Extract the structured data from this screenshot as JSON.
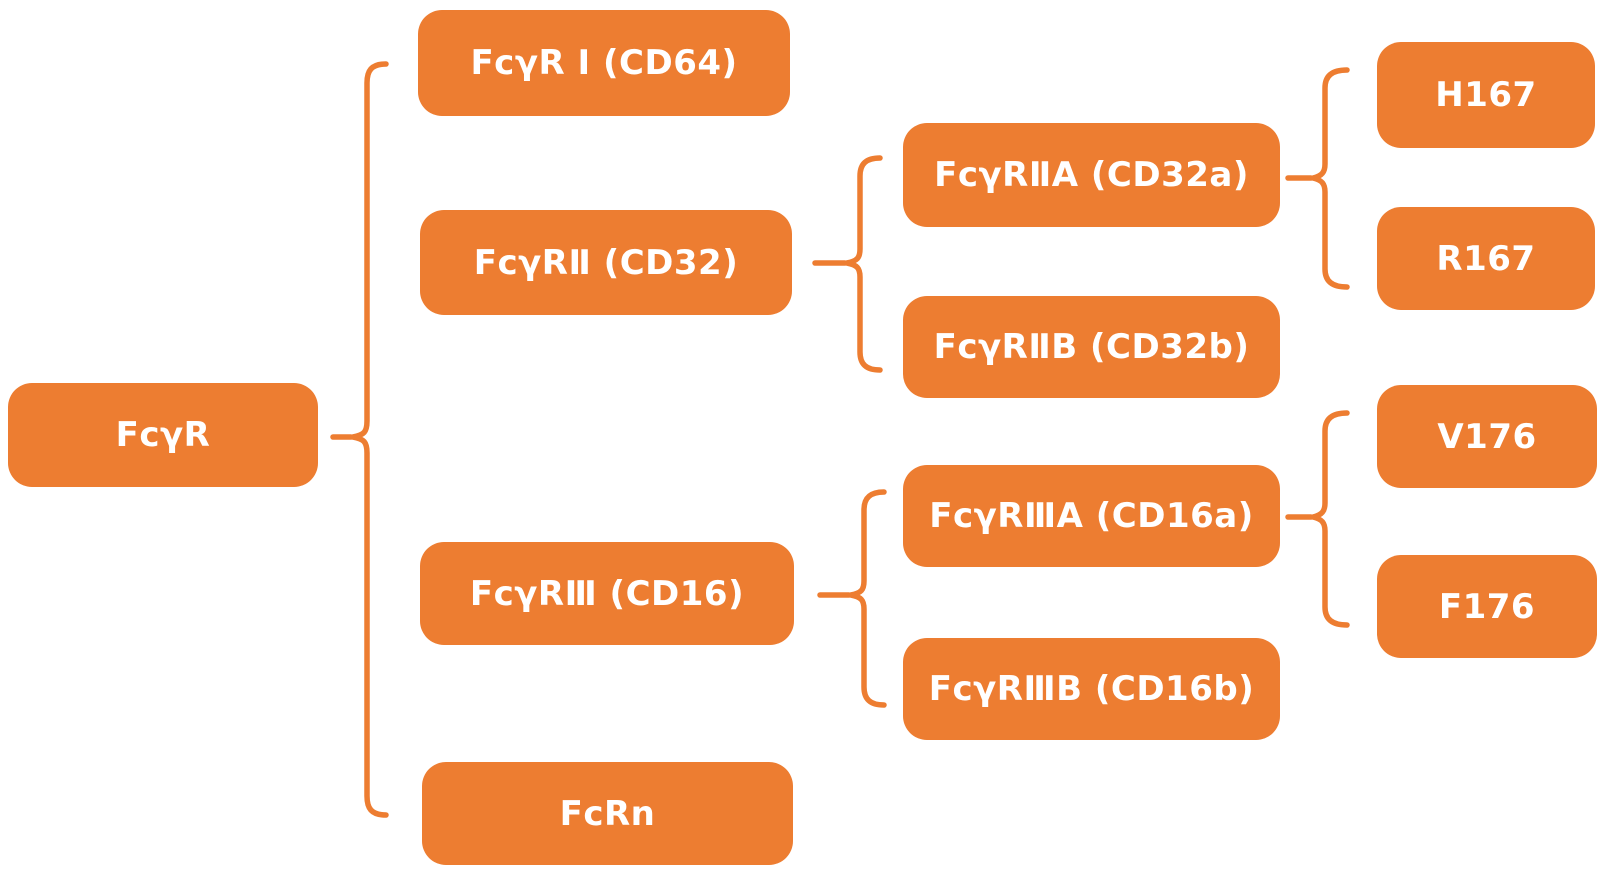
{
  "colors": {
    "node_fill": "#ED7D31",
    "node_text": "#FFFFFF",
    "connector": "#ED7D31",
    "background": "#FFFFFF"
  },
  "diagram": {
    "type": "bracket-hierarchy",
    "orientation": "left-to-right",
    "root": {
      "label": "FcγR",
      "children": [
        {
          "label": "FcγR Ⅰ (CD64)",
          "children": []
        },
        {
          "label": "FcγRⅡ (CD32)",
          "children": [
            {
              "label": "FcγRⅡA (CD32a)",
              "children": [
                {
                  "label": "H167",
                  "children": []
                },
                {
                  "label": "R167",
                  "children": []
                }
              ]
            },
            {
              "label": "FcγRⅡB (CD32b)",
              "children": []
            }
          ]
        },
        {
          "label": "FcγRⅢ (CD16)",
          "children": [
            {
              "label": "FcγRⅢA (CD16a)",
              "children": [
                {
                  "label": "V176",
                  "children": []
                },
                {
                  "label": "F176",
                  "children": []
                }
              ]
            },
            {
              "label": "FcγRⅢB (CD16b)",
              "children": []
            }
          ]
        },
        {
          "label": "FcRn",
          "children": []
        }
      ]
    }
  }
}
